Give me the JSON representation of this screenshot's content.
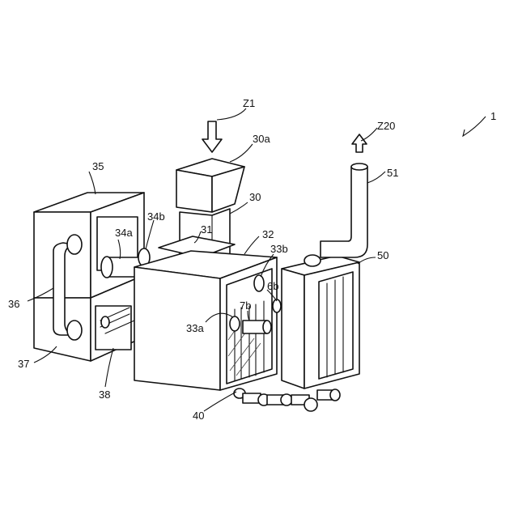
{
  "labels": {
    "l_1": "1",
    "l_z1": "Z1",
    "l_z20": "Z20",
    "l_30a": "30a",
    "l_30": "30",
    "l_31": "31",
    "l_32": "32",
    "l_33b": "33b",
    "l_33a": "33a",
    "l_34a": "34a",
    "l_34b": "34b",
    "l_35": "35",
    "l_36": "36",
    "l_37": "37",
    "l_38": "38",
    "l_40": "40",
    "l_50": "50",
    "l_51": "51",
    "l_6b": "6b",
    "l_7b": "7b"
  }
}
